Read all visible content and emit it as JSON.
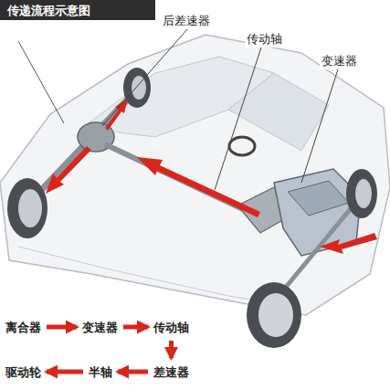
{
  "diagram": {
    "title": "传递流程示意图",
    "nodes": [
      {
        "text": [
          "离合器"
        ]
      },
      {
        "text": [
          "变速器"
        ]
      },
      {
        "text": [
          "传动轴"
        ]
      },
      {
        "text": [
          "差速器"
        ]
      },
      {
        "text": [
          "半轴"
        ]
      },
      {
        "text": [
          "驱动轮"
        ]
      }
    ],
    "edges": [
      {
        "from": 0,
        "to": 1,
        "arrow": "to"
      },
      {
        "from": 1,
        "to": 2,
        "arrow": "to"
      },
      {
        "from": 2,
        "to": 3,
        "arrow": "to"
      },
      {
        "from": 3,
        "to": 4,
        "arrow": "to"
      },
      {
        "from": 4,
        "to": 5,
        "arrow": "to"
      }
    ],
    "labels": [
      "后差速器",
      "传动轴",
      "变速器"
    ]
  }
}
